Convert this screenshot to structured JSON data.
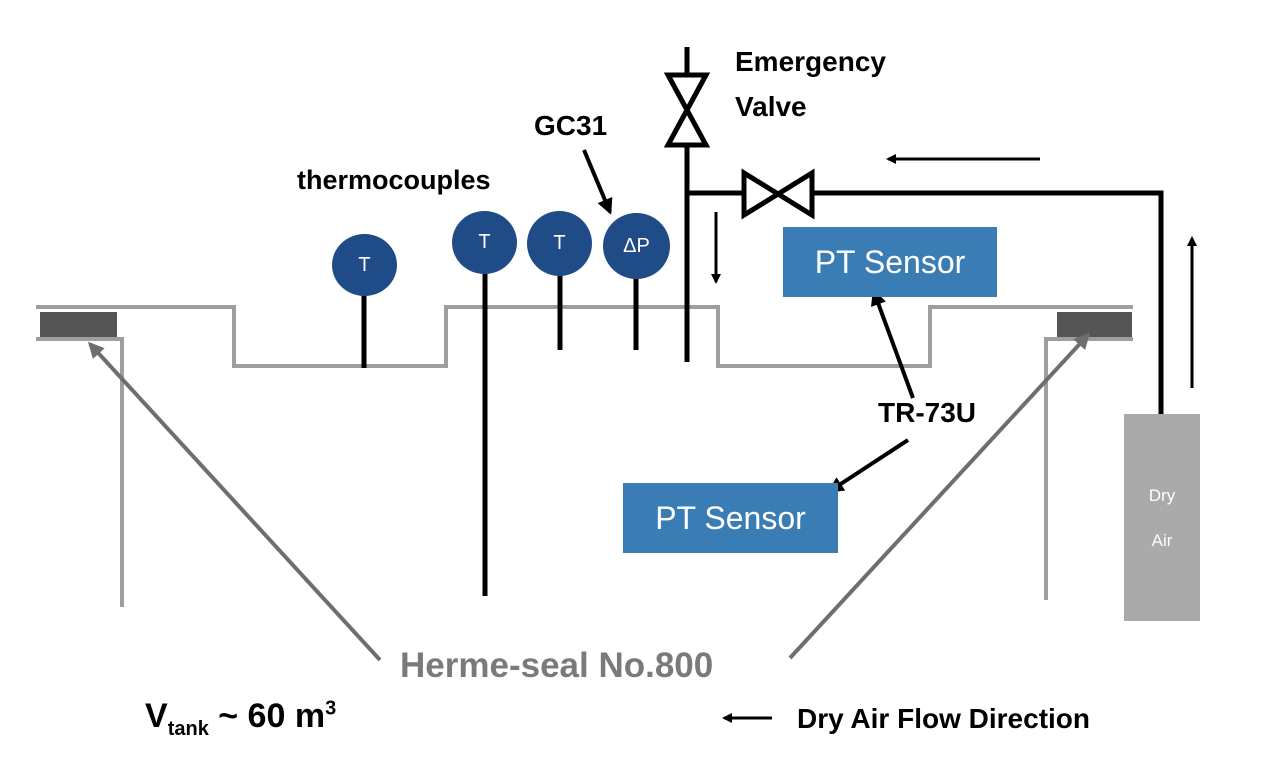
{
  "labels": {
    "emergency_valve_line1": "Emergency",
    "emergency_valve_line2": "Valve",
    "gc31": "GC31",
    "thermocouples": "thermocouples",
    "pt_sensor_upper": "PT Sensor",
    "pt_sensor_lower": "PT Sensor",
    "tr73u": "TR-73U",
    "dry_air_line1": "Dry",
    "dry_air_line2": "Air",
    "herme_seal": "Herme-seal No.800",
    "vtank_main": "V",
    "vtank_sub": "tank",
    "vtank_rest": " ~ 60 m",
    "vtank_sup": "3",
    "dry_air_flow": "Dry Air Flow Direction"
  },
  "gauges": {
    "t1": "T",
    "t2": "T",
    "t3": "T",
    "dp": "ΔP"
  },
  "colors": {
    "gauge_fill": "#1f4b86",
    "sensor_fill": "#3a7db4",
    "dry_air_fill": "#a9aaa9",
    "tank_line": "#9e9e9e",
    "seal_fill": "#555555",
    "seal_arrow": "#6e6e6e",
    "seal_text": "#7a7a7a"
  }
}
